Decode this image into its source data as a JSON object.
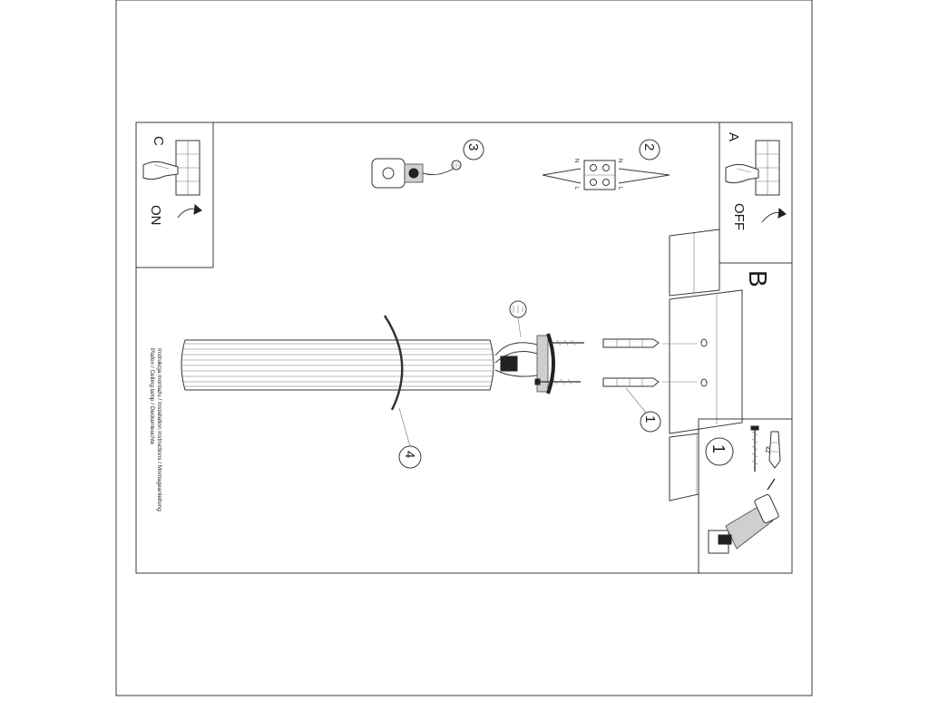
{
  "sheet": {
    "caption_lines": [
      "Instrukcja montażu / Installation instructions / Montageanleitung",
      "Plafon / Ceiling lamp / Deckenleuchte"
    ]
  },
  "panels": {
    "a": {
      "letter": "A",
      "state": "OFF"
    },
    "b": {
      "letter": "B"
    },
    "c": {
      "letter": "C",
      "state": "ON"
    },
    "tools": {
      "step": "1",
      "qty": "x2"
    }
  },
  "steps": {
    "s1": "1",
    "s2": "2",
    "s3": "3",
    "s4": "4"
  },
  "terminal": {
    "n": "N",
    "l": "L"
  },
  "icons": [
    "hand-switch-icon",
    "curved-arrow-icon",
    "ground-symbol-icon",
    "drill-icon",
    "screw-icon",
    "wall-plug-icon",
    "terminal-block-icon",
    "ground-clamp-icon"
  ]
}
